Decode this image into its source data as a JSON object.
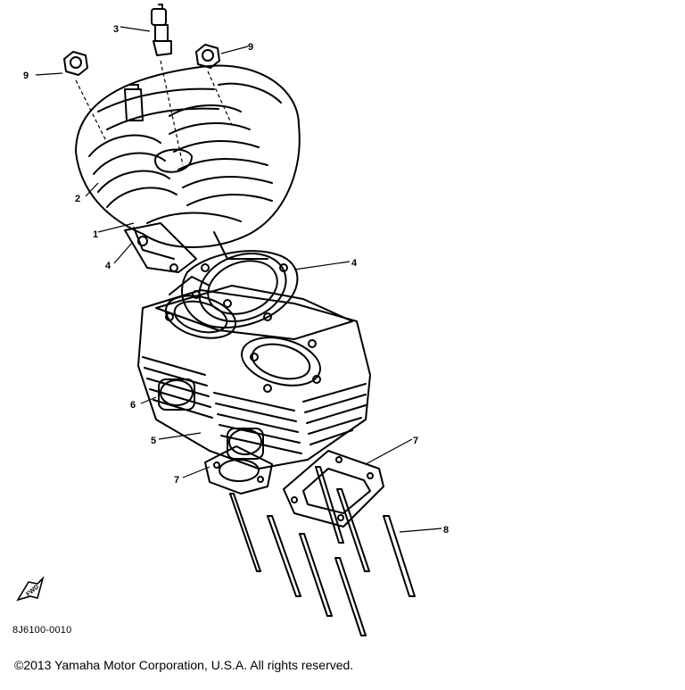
{
  "diagram": {
    "callouts": {
      "c1": "1",
      "c2": "2",
      "c3": "3",
      "c4a": "4",
      "c4b": "4",
      "c5": "5",
      "c6": "6",
      "c7a": "7",
      "c7b": "7",
      "c8": "8",
      "c9a": "9",
      "c9b": "9"
    },
    "fwd_label": "FWD",
    "reference_code": "8J6100-0010"
  },
  "footer": {
    "copyright": "©2013 Yamaha Motor Corporation, U.S.A. All rights reserved."
  }
}
